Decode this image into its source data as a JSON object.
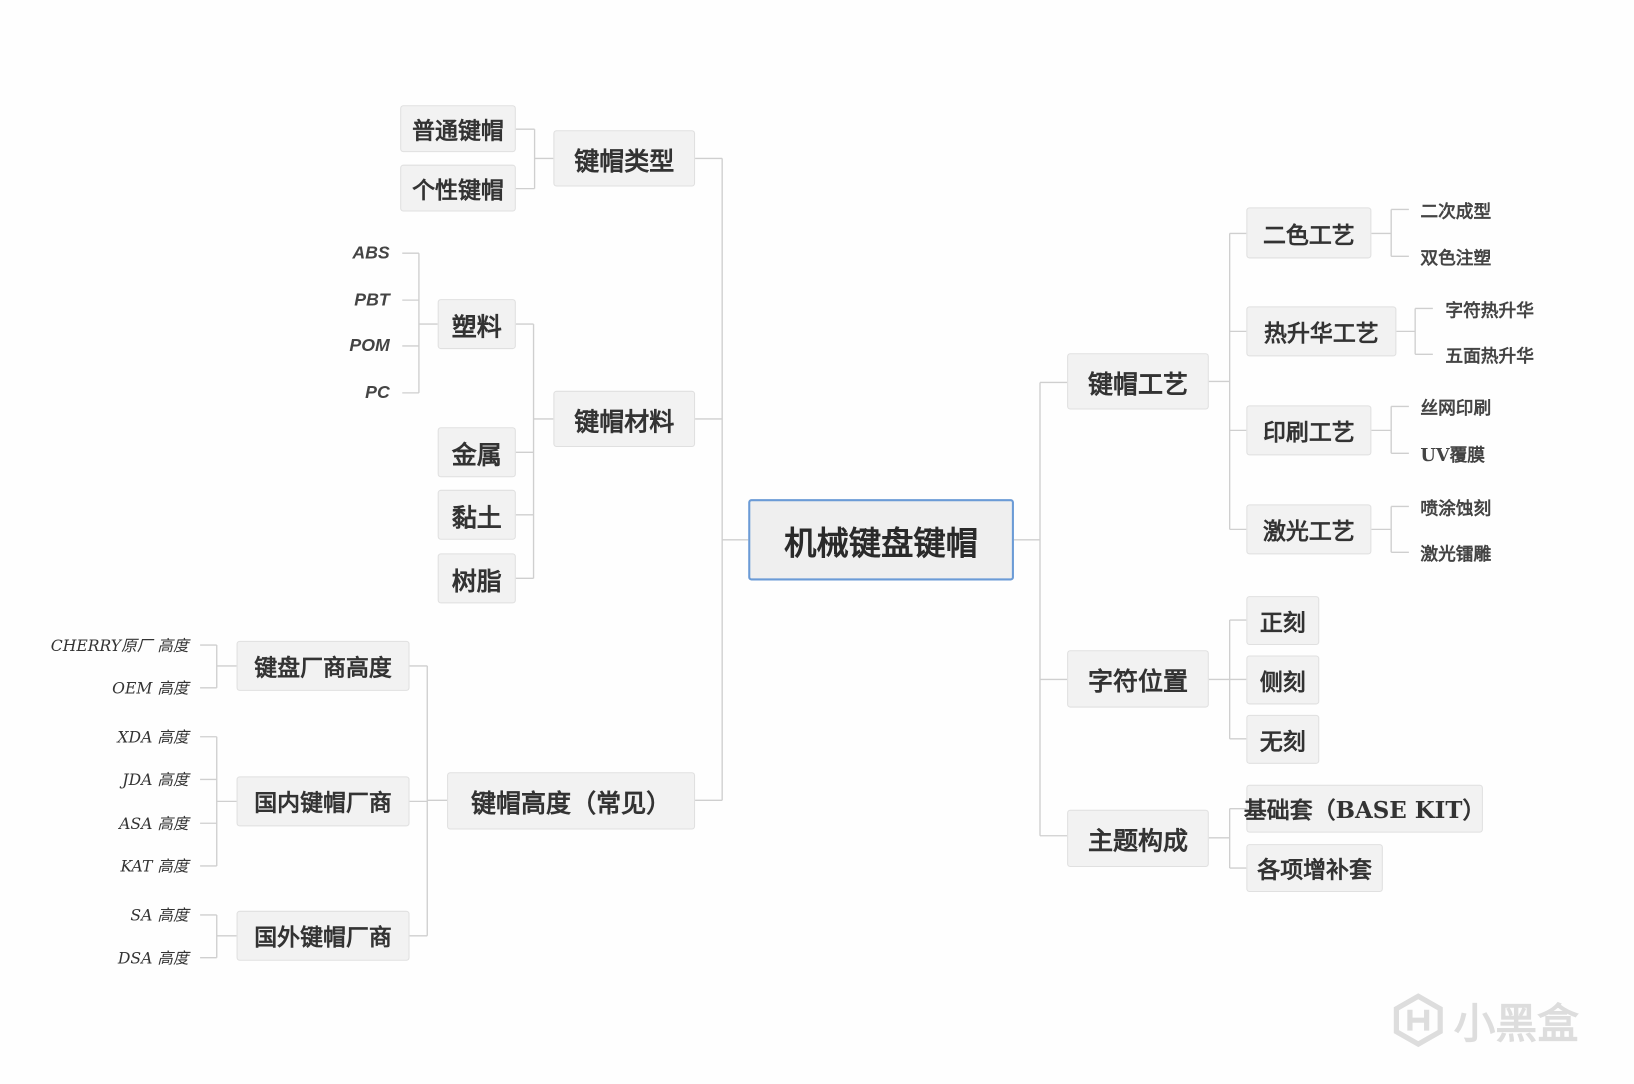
{
  "root": "机械键盘键帽",
  "left": {
    "types": {
      "label": "键帽类型",
      "children": [
        "普通键帽",
        "个性键帽"
      ]
    },
    "materials": {
      "label": "键帽材料",
      "plastic": {
        "label": "塑料",
        "children": [
          "ABS",
          "PBT",
          "POM",
          "PC"
        ]
      },
      "others": [
        "金属",
        "黏土",
        "树脂"
      ]
    },
    "heights": {
      "label": "键帽高度（常见）",
      "groups": [
        {
          "label": "键盘厂商高度",
          "children": [
            "CHERRY原厂 高度",
            "OEM 高度"
          ]
        },
        {
          "label": "国内键帽厂商",
          "children": [
            "XDA 高度",
            "JDA 高度",
            "ASA 高度",
            "KAT 高度"
          ]
        },
        {
          "label": "国外键帽厂商",
          "children": [
            "SA 高度",
            "DSA 高度"
          ]
        }
      ]
    }
  },
  "right": {
    "craft": {
      "label": "键帽工艺",
      "groups": [
        {
          "label": "二色工艺",
          "children": [
            "二次成型",
            "双色注塑"
          ]
        },
        {
          "label": "热升华工艺",
          "children": [
            "字符热升华",
            "五面热升华"
          ]
        },
        {
          "label": "印刷工艺",
          "children": [
            "丝网印刷",
            "UV覆膜"
          ]
        },
        {
          "label": "激光工艺",
          "children": [
            "喷涂蚀刻",
            "激光镭雕"
          ]
        }
      ]
    },
    "legend_pos": {
      "label": "字符位置",
      "children": [
        "正刻",
        "侧刻",
        "无刻"
      ]
    },
    "theme": {
      "label": "主题构成",
      "children": [
        "基础套（BASE KIT）",
        "各项增补套"
      ]
    }
  },
  "watermark": "小黑盒",
  "colors": {
    "root_border": "#6b9bd6",
    "node_bg": "#f2f2f2",
    "line": "#cccccc"
  }
}
